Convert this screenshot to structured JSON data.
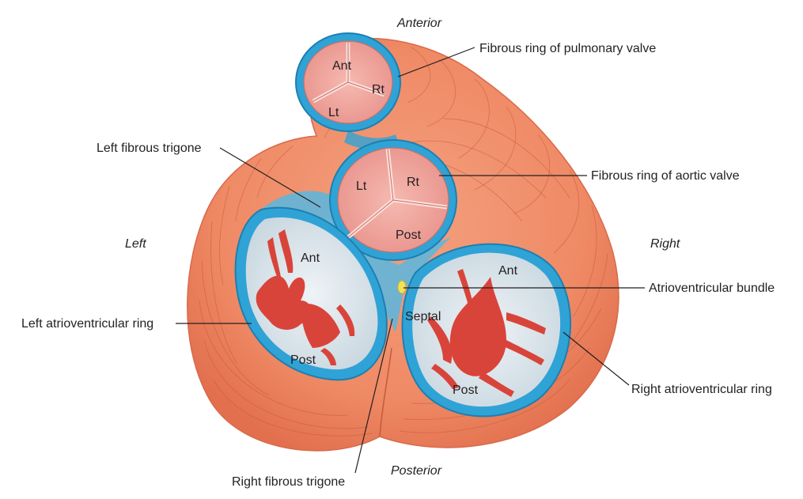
{
  "orientation": {
    "anterior": "Anterior",
    "posterior": "Posterior",
    "left": "Left",
    "right": "Right"
  },
  "labels": {
    "pulmonary_ring": "Fibrous ring of pulmonary valve",
    "left_trigone": "Left fibrous trigone",
    "aortic_ring": "Fibrous ring of aortic valve",
    "av_bundle": "Atrioventricular bundle",
    "left_av_ring": "Left atrioventricular ring",
    "right_av_ring": "Right atrioventricular ring",
    "right_trigone": "Right fibrous trigone"
  },
  "cusps": {
    "pulmonary": {
      "ant": "Ant",
      "rt": "Rt",
      "lt": "Lt"
    },
    "aortic": {
      "lt": "Lt",
      "rt": "Rt",
      "post": "Post"
    },
    "mitral": {
      "ant": "Ant",
      "post": "Post"
    },
    "tricuspid": {
      "ant": "Ant",
      "septal": "Septal",
      "post": "Post"
    }
  },
  "colors": {
    "muscle": "#ef8a65",
    "muscle_dark": "#d9694a",
    "fibrous_ring": "#2fa3d6",
    "fibrous_dark": "#1d7fb0",
    "valve_cusp": "#f2a7a0",
    "valve_orifice": "#dfe8ee",
    "papillary": "#d9443a",
    "av_bundle": "#f2e15a"
  }
}
